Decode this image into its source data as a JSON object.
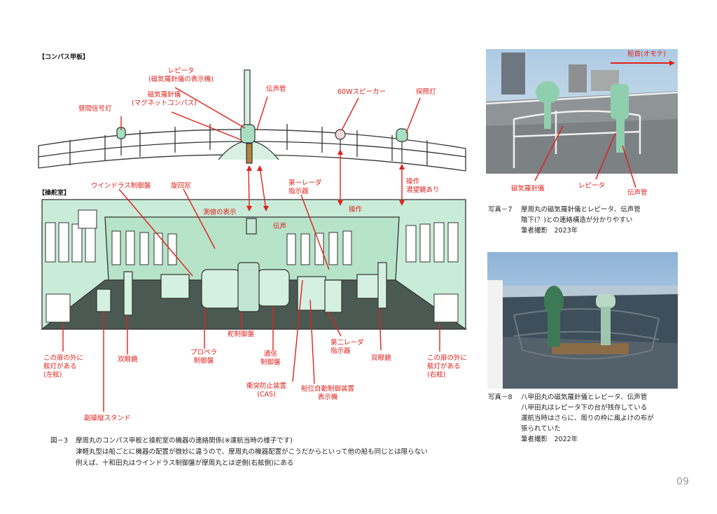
{
  "compass_deck": {
    "section_title": "【コンパス甲板】",
    "labels": {
      "day_signal": "昼間信号灯",
      "magnetic": "磁気羅針儀\n(マグネットコンパス)",
      "repeater": "レピータ\n(磁気羅針儀の表示機)",
      "speaking_tube": "伝声管",
      "speaker": "60Wスピーカー",
      "searchlight": "探照灯",
      "operation_periscope": "操作\n潜望鏡あり"
    }
  },
  "wheelhouse": {
    "section_title": "【操舵室】",
    "labels": {
      "windlass": "ウインドラス制御盤",
      "clear_view": "旋回窓",
      "reading": "測値の表示",
      "speaking_tube": "伝声",
      "radar1": "第一レーダ\n指示器",
      "operation": "操作",
      "door_left": "この扉の外に\n舷灯がある\n(左舷)",
      "binoc_left": "双眼鏡",
      "propeller": "プロペラ\n制御盤",
      "steering": "舵制御盤",
      "comms": "通信\n制御盤",
      "cas": "衝突防止装置\n(CAS)",
      "autopilot": "船位自動制御装置\n表示機",
      "radar2": "第二レーダ\n指示器",
      "binoc_right": "双眼鏡",
      "door_right": "この扉の外に\n舷灯がある\n(右舷)",
      "sub_stand": "副操縦スタンド"
    }
  },
  "figure_caption": {
    "number": "図－3",
    "lines": [
      "摩周丸のコンパス甲板と操舵室の機器の連絡関係(※運航当時の様子です)",
      "津軽丸型は船ごとに機器の配置が微妙に違うので、摩周丸の機器配置がこうだからといって他の船も同じとは限らない",
      "例えば、十和田丸はウインドラス制御盤が摩周丸とは逆側(右舷側)にある"
    ]
  },
  "photo7": {
    "overlay": {
      "bow": "船首(オモテ)",
      "magnetic": "磁気羅針儀",
      "repeater": "レピータ",
      "speaking_tube": "伝声管"
    },
    "caption": {
      "number": "写真－7",
      "lines": [
        "摩周丸の磁気羅針儀とレピータ、伝声管",
        "階下(？)との連絡構造が分かりやすい",
        "筆者撮影　2023年"
      ]
    }
  },
  "photo8": {
    "caption": {
      "number": "写真－8",
      "lines": [
        "八甲田丸の磁気羅針儀とレピータ、伝声管",
        "八甲田丸はレピータ下の台が残存している",
        "運航当時はさらに、周りの枠に風よけの布が",
        "張られていた",
        "筆者撮影　2022年"
      ]
    }
  },
  "page_number": "09",
  "colors": {
    "accent_red": "#e0211b",
    "wall_green": "#c9ecd9",
    "floor_dark": "#4a5a52"
  }
}
